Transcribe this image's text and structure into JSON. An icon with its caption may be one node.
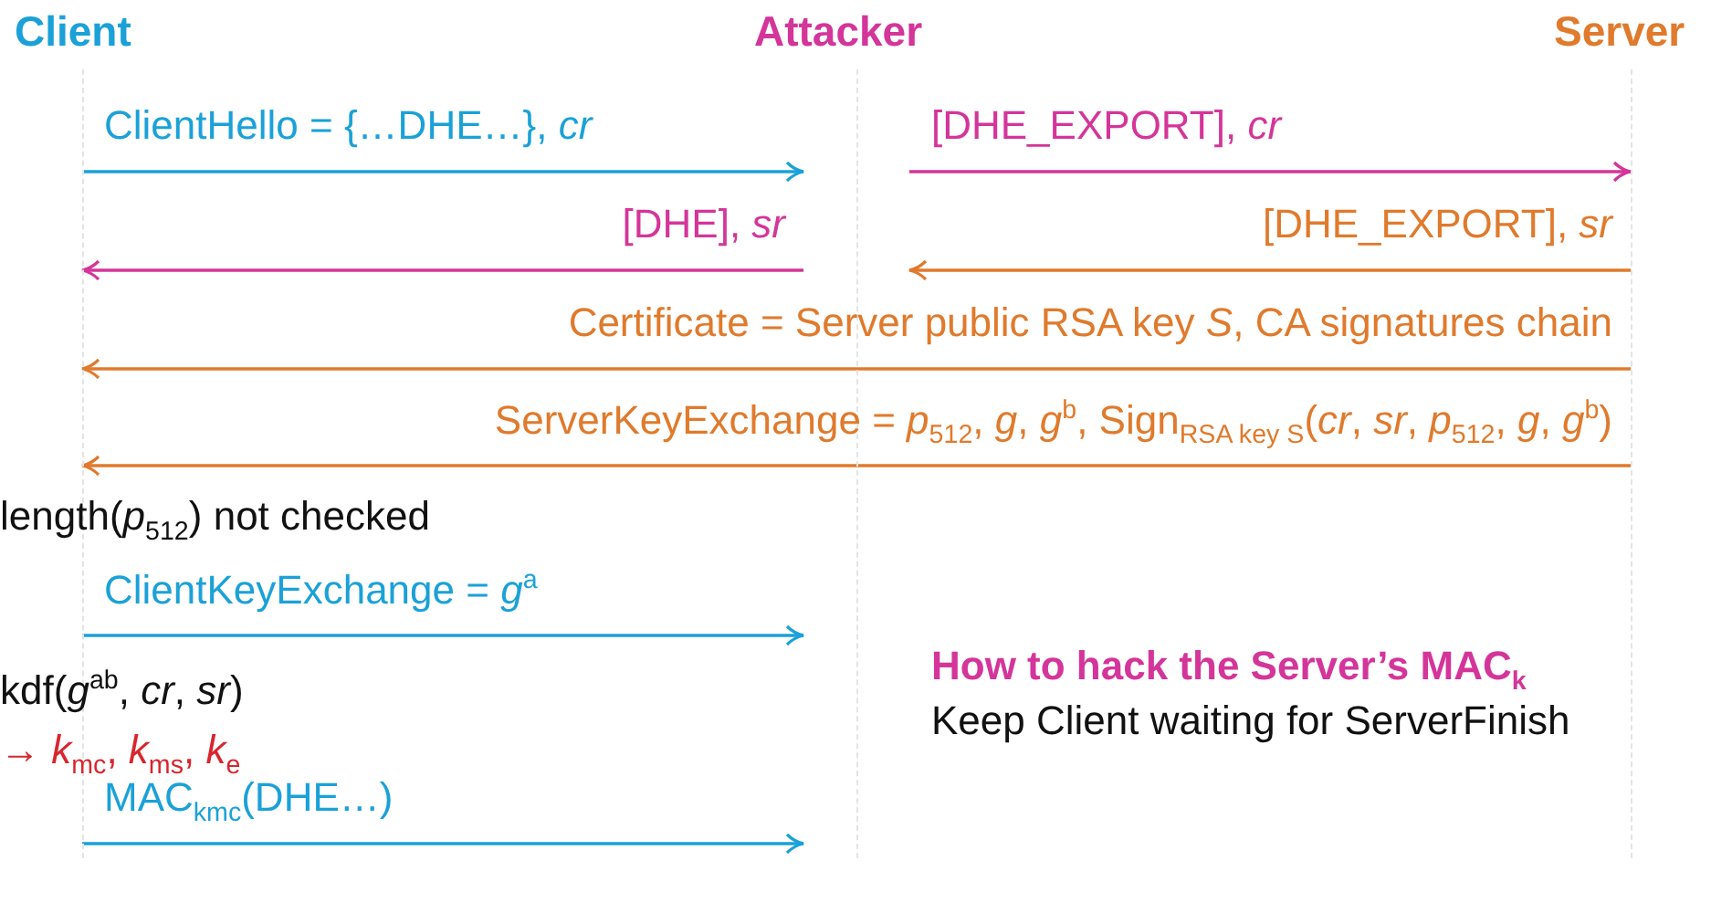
{
  "diagram": {
    "nodes": [
      {
        "text": [
          "Client"
        ]
      },
      {
        "text": [
          "Attacker"
        ]
      },
      {
        "text": [
          "Server"
        ]
      }
    ],
    "edges": [
      {
        "from": 0,
        "to": 1,
        "arrow": "to",
        "label": "ClientHello = {…DHE…}, *cr*",
        "color": "#1ba1d8"
      },
      {
        "from": 1,
        "to": 2,
        "arrow": "to",
        "label": "[DHE_EXPORT], *cr*",
        "color": "#d4359a"
      },
      {
        "from": 1,
        "to": 0,
        "arrow": "to",
        "label": "[DHE], *sr*",
        "color": "#d4359a"
      },
      {
        "from": 2,
        "to": 1,
        "arrow": "to",
        "label": "[DHE_EXPORT], *sr*",
        "color": "#e07a2c"
      },
      {
        "from": 2,
        "to": 0,
        "arrow": "to",
        "label": "Certificate = Server public RSA key *S*, CA signatures chain",
        "color": "#e07a2c"
      },
      {
        "from": 2,
        "to": 0,
        "arrow": "to",
        "label": "ServerKeyExchange = *p*$_{512}$, *g*, *g*$^{b}$, Sign$_{RSA key S}$(*cr*, *sr*, *p*$_{512}$, *g*, *g*$^{b}$)",
        "color": "#e07a2c"
      },
      {
        "from": 0,
        "to": 1,
        "arrow": "to",
        "label": "ClientKeyExchange = *g*$^{a}$",
        "color": "#1ba1d8"
      },
      {
        "from": 0,
        "to": 1,
        "arrow": "to",
        "label": "MAC$_{kmc}$(DHE…)",
        "color": "#1ba1d8"
      }
    ],
    "labels": [
      "length(*p*$_{512}$) not checked",
      "kdf(*g*$^{ab}$, *cr*, *sr*)",
      "→ *k*$_{mc}$, *k*$_{ms}$, *k*$_{e}$",
      "How to hack the Server’s MAC$_{k}$",
      "Keep Client waiting for ServerFinish"
    ]
  }
}
